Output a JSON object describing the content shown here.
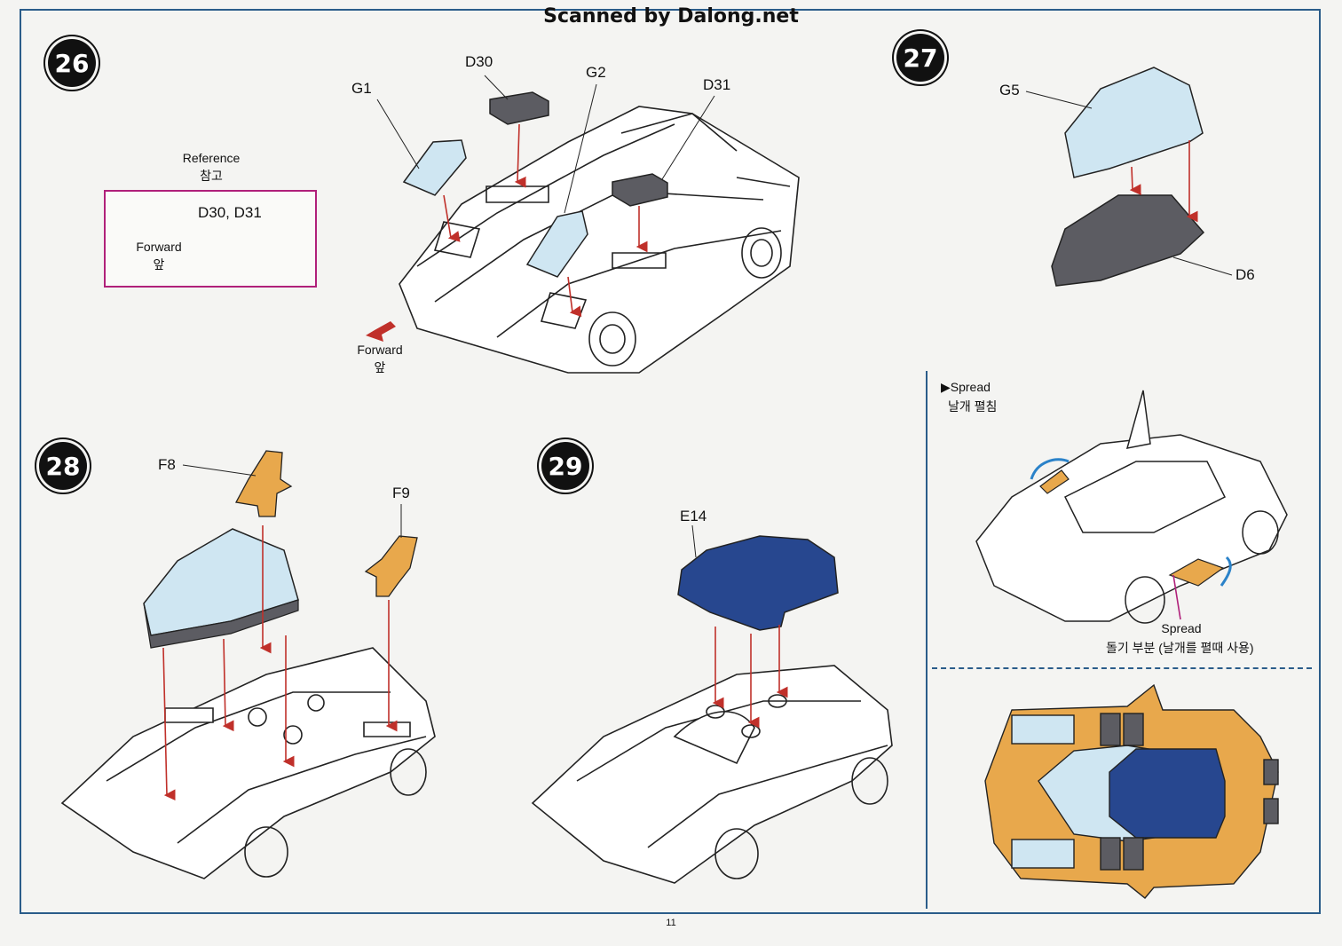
{
  "header": "Scanned by Dalong.net",
  "page_number": "11",
  "steps": {
    "s26": "26",
    "s27": "27",
    "s28": "28",
    "s29": "29"
  },
  "step26": {
    "reference_en": "Reference",
    "reference_ko": "참고",
    "ref_parts": "D30, D31",
    "forward_en": "Forward",
    "forward_ko": "앞",
    "parts": {
      "g1": "G1",
      "d30": "D30",
      "g2": "G2",
      "d31": "D31"
    }
  },
  "step27": {
    "parts": {
      "g5": "G5",
      "d6": "D6"
    },
    "spread_title_en": "▶Spread",
    "spread_title_ko": "날개 펼침",
    "spread_part_en": "Spread",
    "spread_part_ko": "돌기 부분 (날개를 펼때 사용)"
  },
  "step28": {
    "parts": {
      "f8": "F8",
      "f9": "F9"
    }
  },
  "step29": {
    "parts": {
      "e14": "E14"
    }
  },
  "colors": {
    "clear_part": "#cfe6f2",
    "gray_part": "#5c5c62",
    "orange_part": "#e8a84c",
    "blue_part": "#27478f",
    "arrow": "#c0302a",
    "frame": "#2a5c8a",
    "ref_border": "#b0207a"
  }
}
